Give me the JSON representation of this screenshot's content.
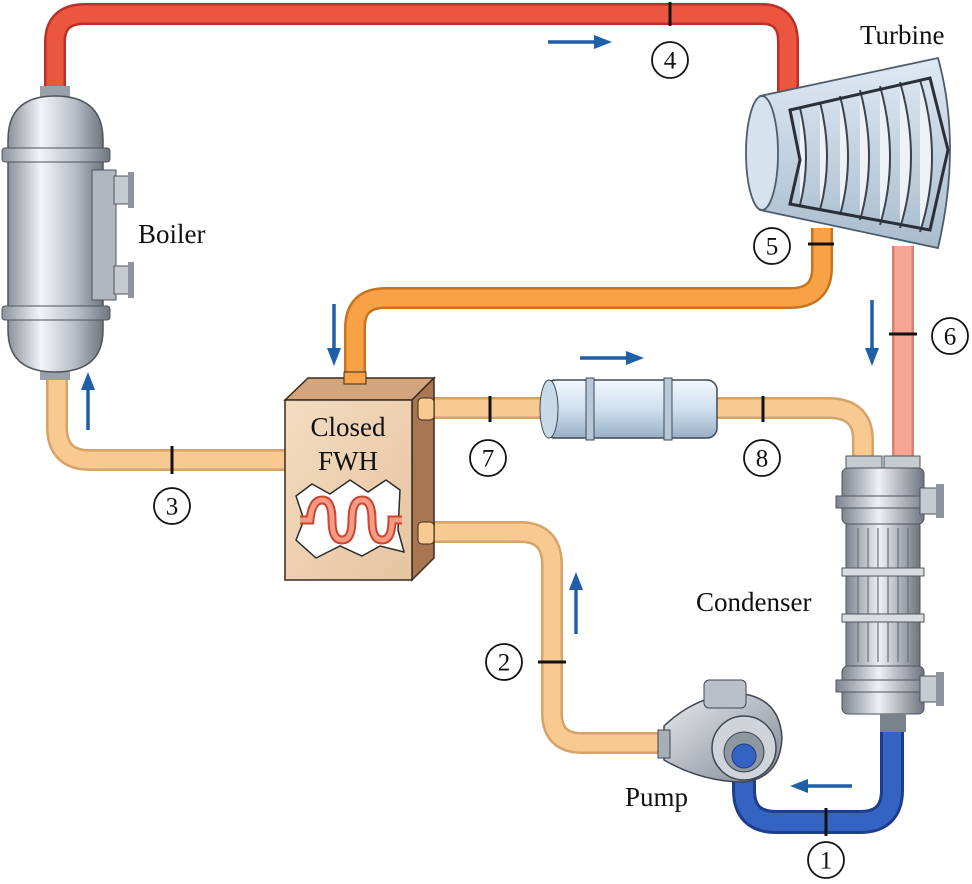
{
  "components": {
    "turbine": "Turbine",
    "boiler": "Boiler",
    "closed_fwh_line1": "Closed",
    "closed_fwh_line2": "FWH",
    "condenser": "Condenser",
    "pump": "Pump"
  },
  "state_points": [
    "1",
    "2",
    "3",
    "4",
    "5",
    "6",
    "7",
    "8"
  ],
  "colors": {
    "high_pressure_steam": "#e8463a",
    "extracted_steam": "#f39a3c",
    "exhaust_steam": "#f3a08c",
    "liquid_water": "#f7c48a",
    "cold_water": "#2f58b6",
    "flow_arrow": "#1f5fa8"
  }
}
